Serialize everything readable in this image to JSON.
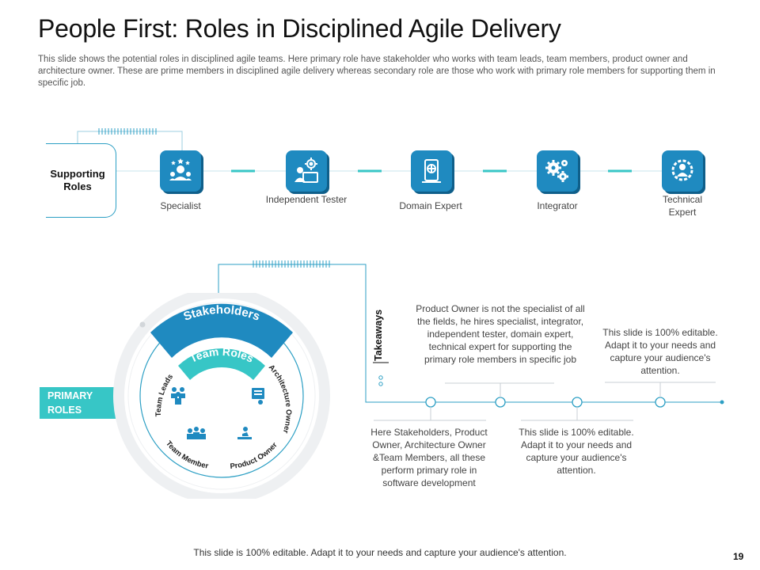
{
  "title": "People First: Roles in Disciplined Agile Delivery",
  "description": "This slide shows the potential roles in disciplined agile teams. Here primary role have stakeholder who works with team leads, team members, product owner and architecture owner. These are prime members in disciplined agile delivery whereas secondary role are those who work with primary role members for supporting them in specific job.",
  "supporting": {
    "label": "Supporting Roles",
    "roles": [
      {
        "label": "Specialist",
        "icon": "users-star-icon"
      },
      {
        "label": "Independent Tester",
        "icon": "tester-gear-icon"
      },
      {
        "label": "Domain Expert",
        "icon": "domain-globe-icon"
      },
      {
        "label": "Integrator",
        "icon": "gears-icon"
      },
      {
        "label": "Technical Expert",
        "icon": "expert-gear-icon"
      }
    ]
  },
  "primary": {
    "label": "PRIMARY ROLES",
    "outer_ring_label": "Stakeholders",
    "inner_ring_label": "Team Roles",
    "roles": [
      {
        "label": "Team Leads",
        "icon": "team-leads-icon"
      },
      {
        "label": "Architecture Owner",
        "icon": "architecture-owner-icon"
      },
      {
        "label": "Team Member",
        "icon": "team-member-icon"
      },
      {
        "label": "Product Owner",
        "icon": "product-owner-icon"
      }
    ]
  },
  "takeaways": {
    "label": "Takeaways",
    "notes": [
      "Product Owner is not the specialist of all the fields, he hires specialist, integrator, independent tester, domain expert, technical expert for supporting the primary role members in specific job",
      "This slide is 100% editable. Adapt it to your needs and capture your audience's attention.",
      "Here Stakeholders, Product Owner, Architecture Owner &Team Members, all these perform primary role in software development",
      "This slide is 100% editable. Adapt it to your needs and capture your audience's attention."
    ]
  },
  "footer": "This slide is 100% editable. Adapt it to your needs and capture your audience's attention.",
  "page_number": "19",
  "colors": {
    "teal": "#37c6c6",
    "blue": "#1f8ac0",
    "dark_blue": "#0f5f8a",
    "line": "#2c9fc4"
  }
}
